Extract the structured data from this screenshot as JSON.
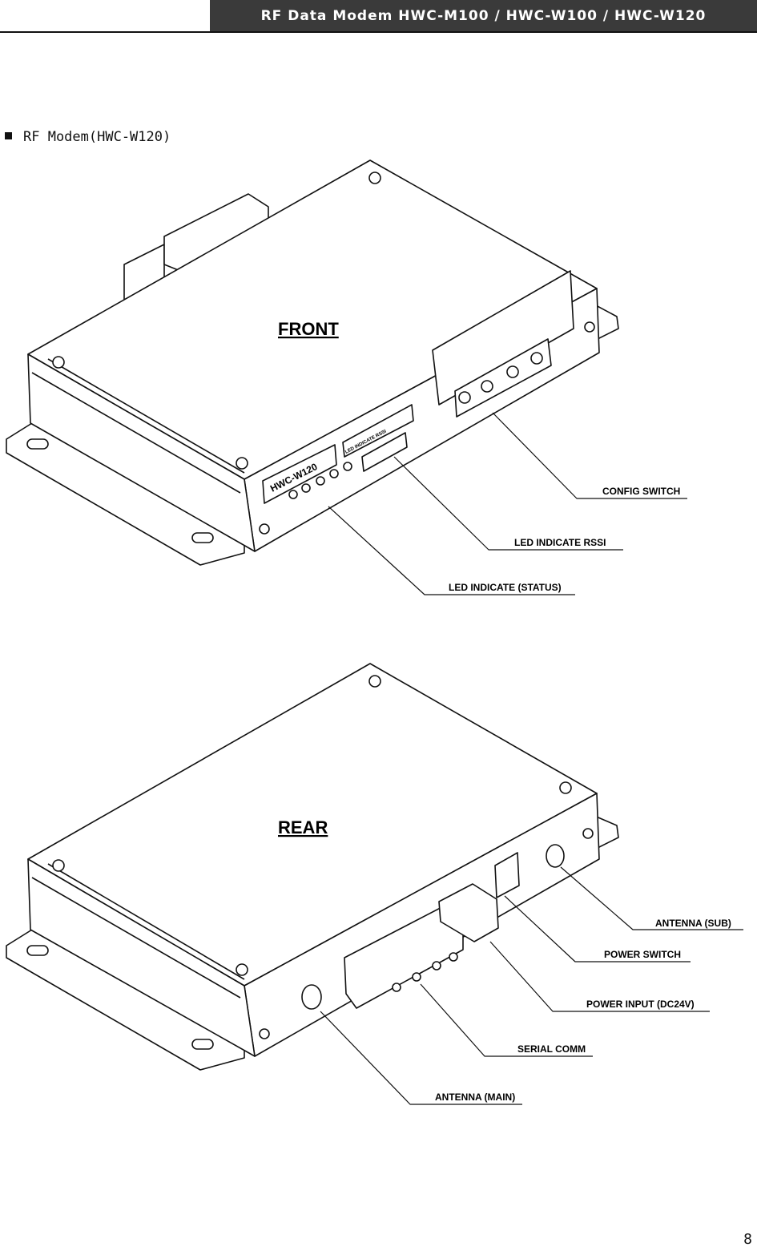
{
  "header": {
    "title": "RF Data Modem HWC-M100 / HWC-W100 / HWC-W120"
  },
  "section": {
    "title": "RF Modem(HWC-W120)"
  },
  "front": {
    "caption": "FRONT",
    "model_label": "HWC-W120",
    "rssi_panel_label": "LED INDICATE RSSI",
    "labels": {
      "config_switch": "CONFIG SWITCH",
      "led_rssi": "LED INDICATE RSSI",
      "led_status": "LED INDICATE (STATUS)"
    }
  },
  "rear": {
    "caption": "REAR",
    "labels": {
      "antenna_sub": "ANTENNA (SUB)",
      "power_switch": "POWER SWITCH",
      "power_input": "POWER INPUT (DC24V)",
      "serial_comm": "SERIAL COMM",
      "antenna_main": "ANTENNA (MAIN)"
    }
  },
  "page_number": "8"
}
